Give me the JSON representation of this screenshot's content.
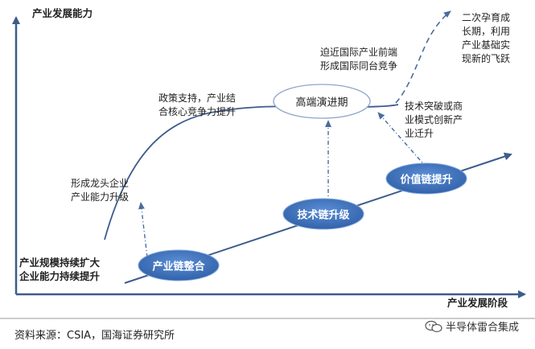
{
  "axes": {
    "y_label": "产业发展能力",
    "x_label": "产业发展阶段"
  },
  "annotations": {
    "left_start": "产业规模持续扩大\n企业能力持续提升",
    "leading_firms": "形成龙头企业\n产业能力升级",
    "policy": "政策支持，产业结\n合核心竞争力提升",
    "frontier": "迫近国际产业前端\n形成国际同台竞争",
    "tech_break": "技术突破或商\n业模式创新产\n业迁升",
    "second_growth": "二次孕育成\n长期，利用\n产业基础实\n现新的飞跃"
  },
  "stages": {
    "chain_integration": "产业链整合",
    "tech_upgrade": "技术链升级",
    "value_upgrade": "价值链提升",
    "high_end": "高端演进期"
  },
  "footer": {
    "source": "资料来源：CSIA，国海证券研究所",
    "watermark": "半导体雷合集成"
  },
  "colors": {
    "axis": "#3d5c8c",
    "curve": "#3d5c8c",
    "ellipse_fill": "#3f6fb5",
    "ellipse_edge": "#5a8fd6",
    "dash": "#4a6c9e",
    "rule": "#9a9a9a"
  }
}
